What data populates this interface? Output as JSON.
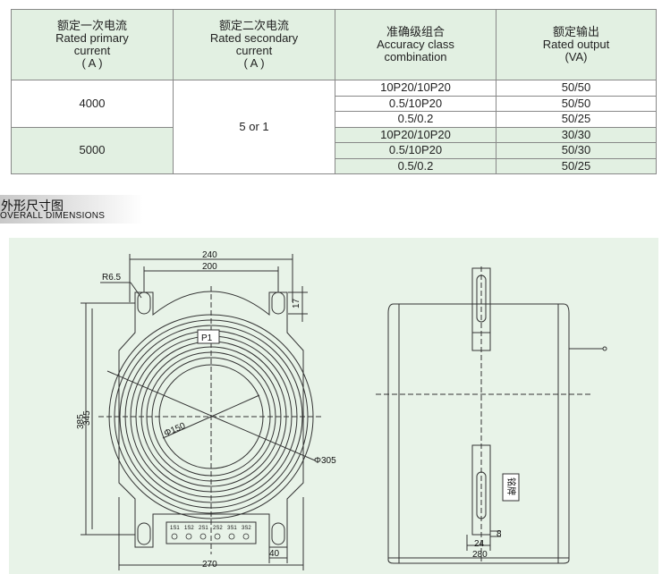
{
  "table": {
    "headers": [
      {
        "zh": "额定一次电流",
        "en1": "Rated primary",
        "en2": "current",
        "en3": "( A )"
      },
      {
        "zh": "额定二次电流",
        "en1": "Rated secondary",
        "en2": "current",
        "en3": "( A )"
      },
      {
        "zh": "准确级组合",
        "en1": "Accuracy class",
        "en2": "combination",
        "en3": ""
      },
      {
        "zh": "额定输出",
        "en1": "Rated output",
        "en2": "(VA)",
        "en3": ""
      }
    ],
    "primary": [
      "4000",
      "5000"
    ],
    "secondary": "5 or 1",
    "rows": [
      {
        "accuracy": "10P20/10P20",
        "output": "50/50"
      },
      {
        "accuracy": "0.5/10P20",
        "output": "50/50"
      },
      {
        "accuracy": "0.5/0.2",
        "output": "50/25"
      },
      {
        "accuracy": "10P20/10P20",
        "output": "30/30"
      },
      {
        "accuracy": "0.5/10P20",
        "output": "50/30"
      },
      {
        "accuracy": "0.5/0.2",
        "output": "50/25"
      }
    ]
  },
  "section": {
    "zh": "外形尺寸图",
    "en": "OVERALL DIMENSIONS"
  },
  "drawing": {
    "dims": {
      "d240": "240",
      "d200": "200",
      "r65": "R6.5",
      "d17": "17",
      "d385": "385",
      "d345": "345",
      "p1": "P1",
      "phi150": "Φ150",
      "phi305": "Φ305",
      "d270": "270",
      "d40": "40",
      "d8": "8",
      "d24": "24",
      "d280": "280",
      "nameplate": "铭牌"
    },
    "terminals": [
      "1S1",
      "1S2",
      "2S1",
      "2S2",
      "3S1",
      "3S2"
    ]
  }
}
